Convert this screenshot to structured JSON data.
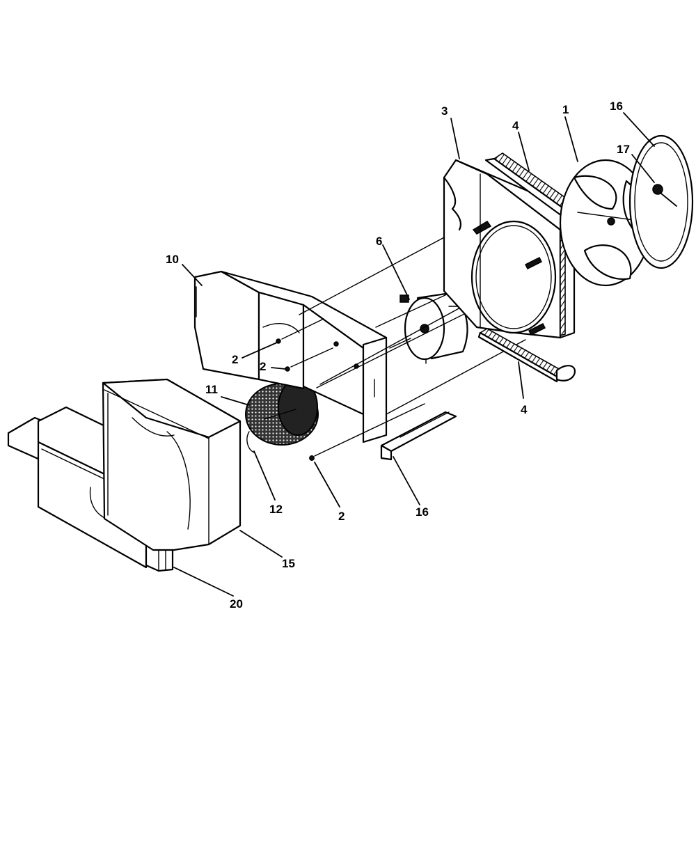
{
  "labels": {
    "p1": "1",
    "p2a": "2",
    "p2b": "2",
    "p2c": "2",
    "p3": "3",
    "p4a": "4",
    "p4b": "4",
    "p6": "6",
    "p10": "10",
    "p11": "11",
    "p12": "12",
    "p15": "15",
    "p16a": "16",
    "p16b": "16",
    "p17": "17",
    "p20": "20"
  },
  "colors": {
    "ink": "#000000",
    "paper": "#ffffff"
  }
}
